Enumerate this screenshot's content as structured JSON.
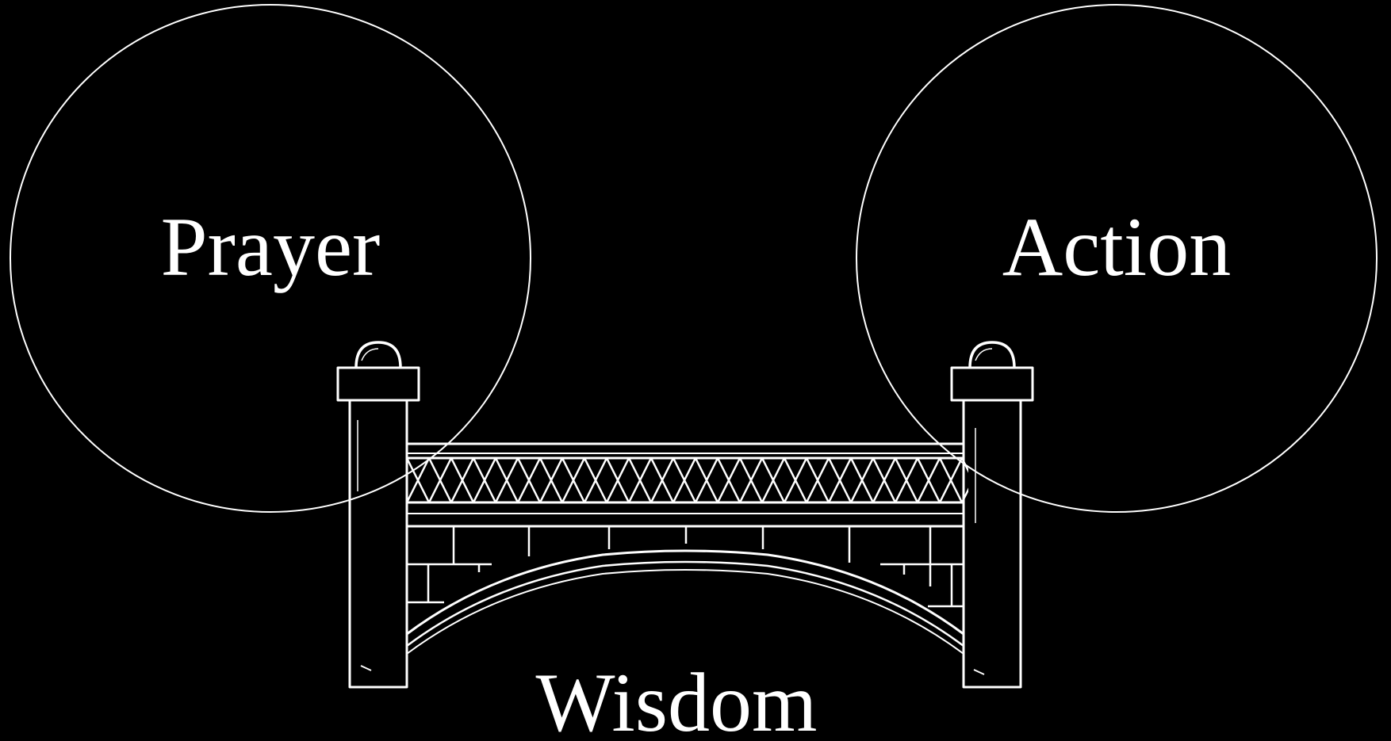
{
  "diagram": {
    "circles": [
      {
        "id": "prayer",
        "label": "Prayer"
      },
      {
        "id": "action",
        "label": "Action"
      }
    ],
    "bridge": {
      "label": "Wisdom"
    },
    "colors": {
      "background": "#000000",
      "foreground": "#ffffff"
    }
  }
}
